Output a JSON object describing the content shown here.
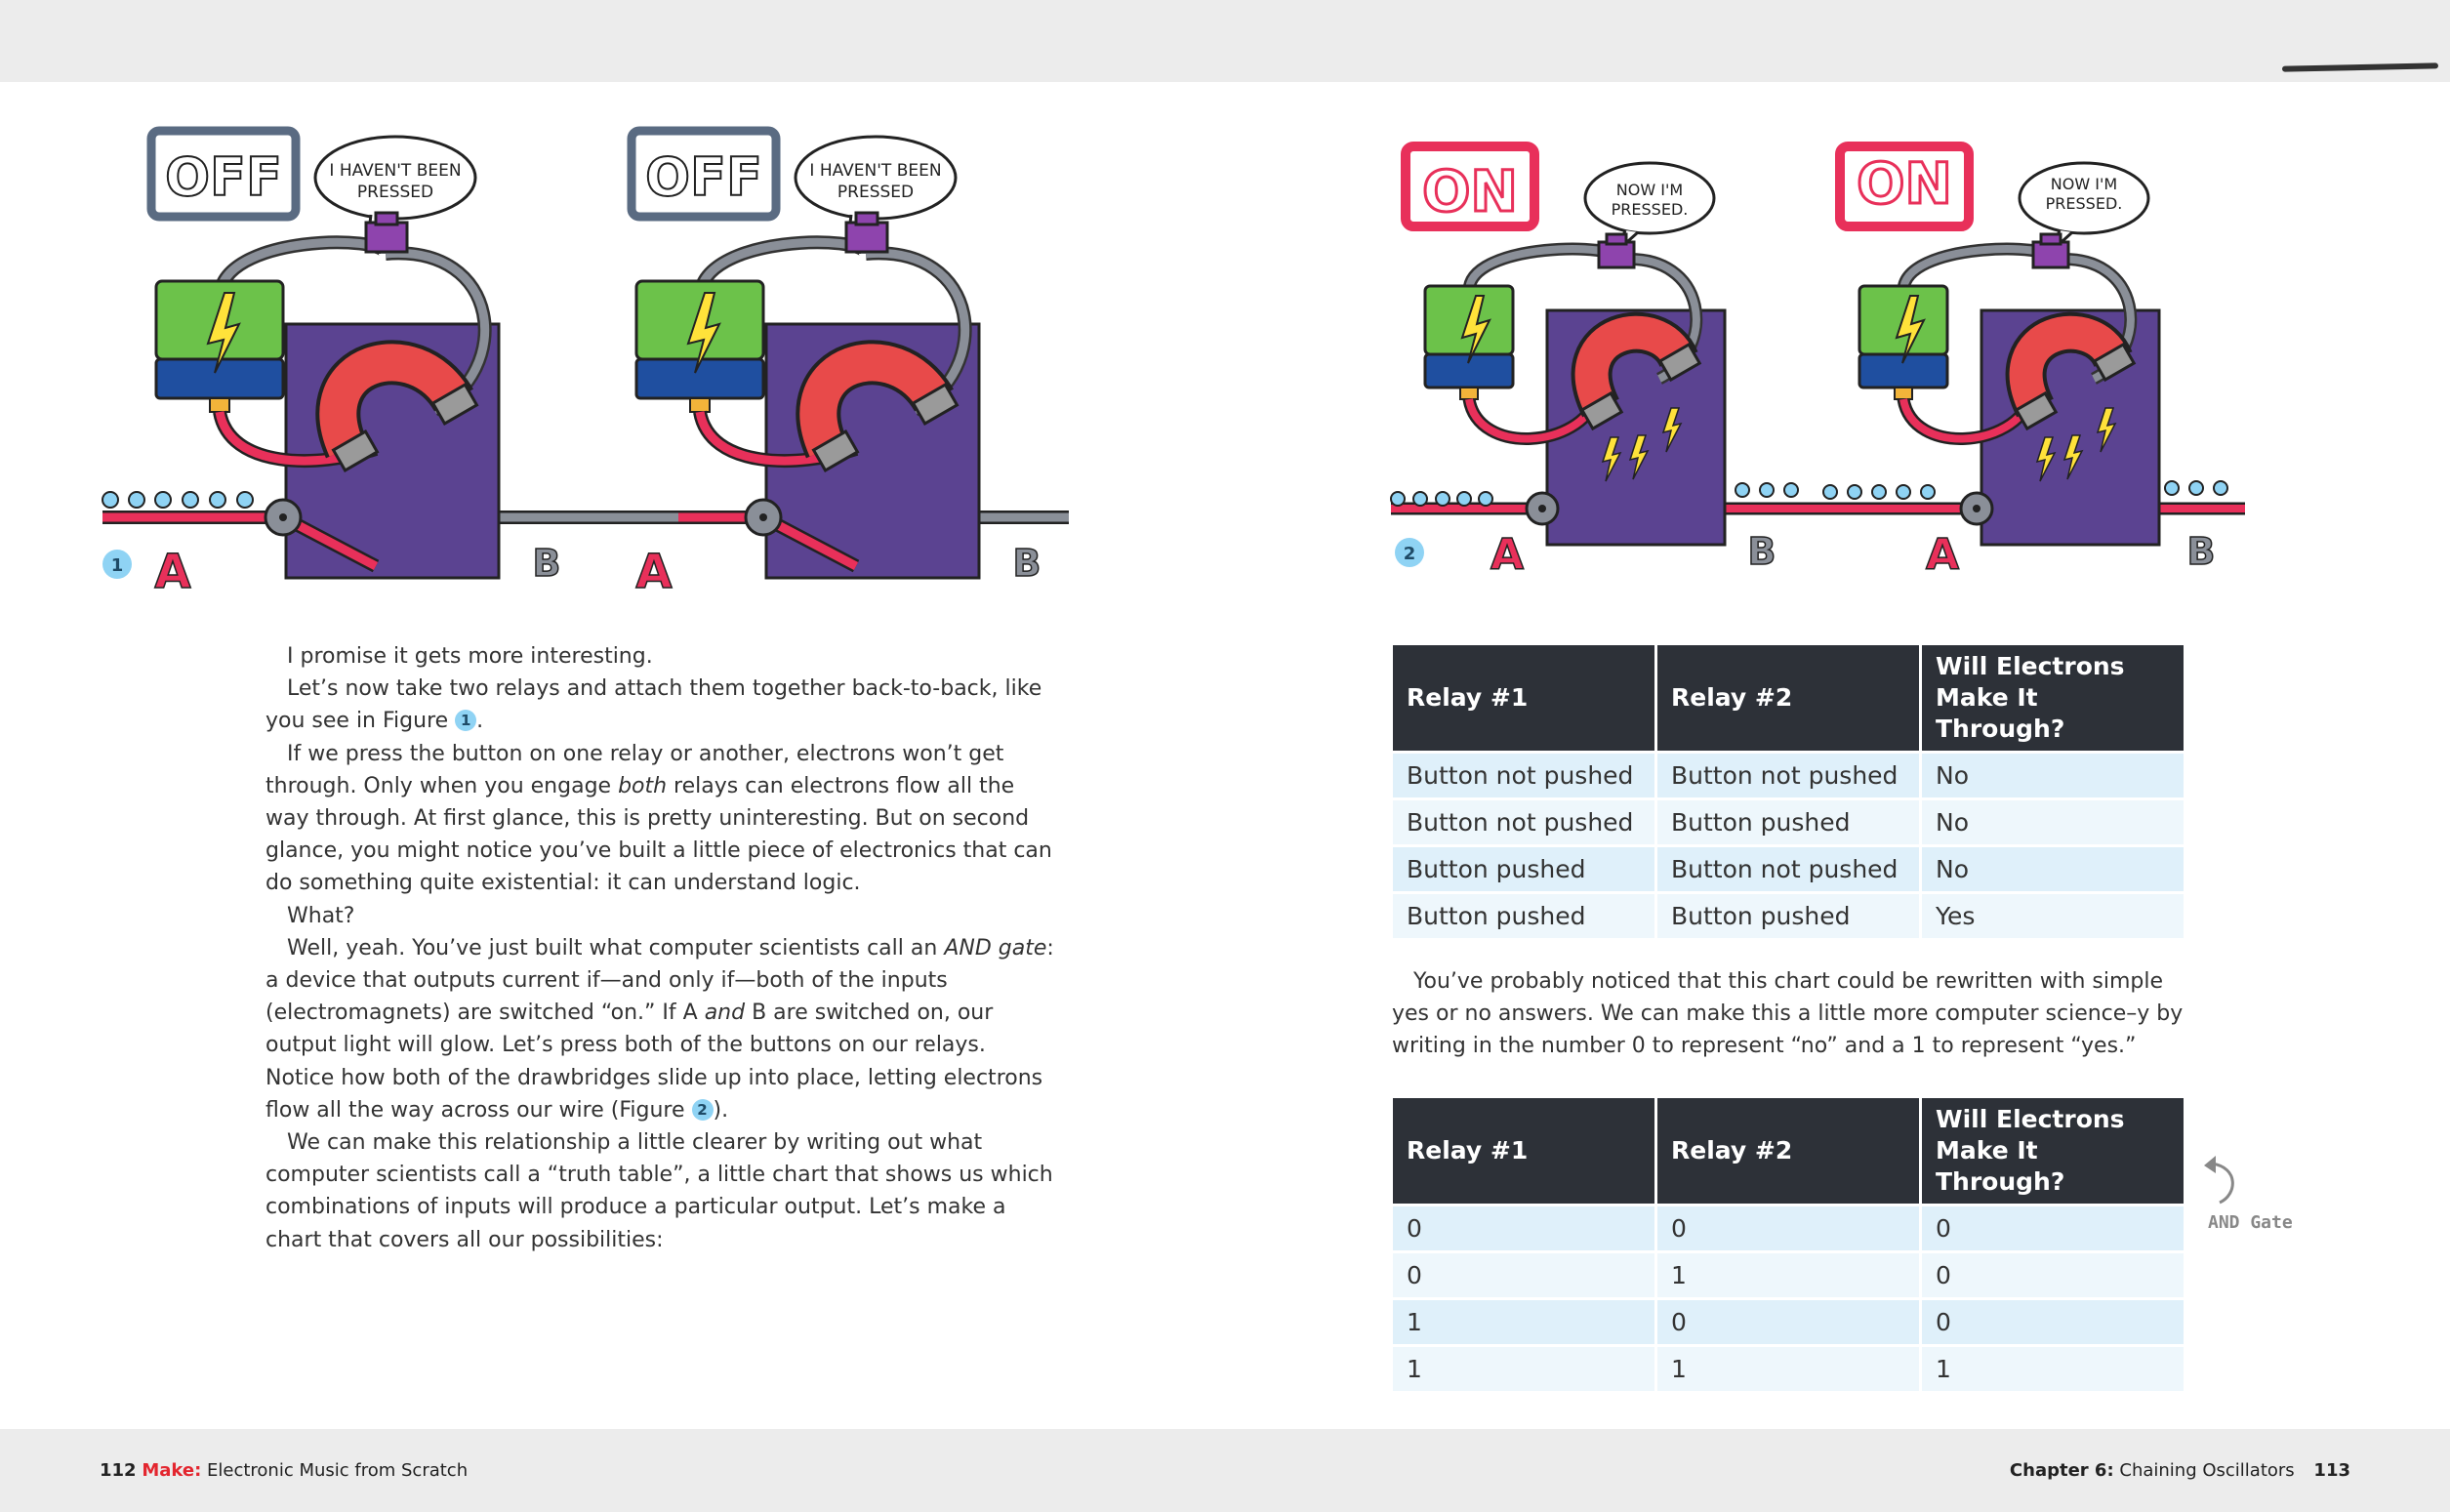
{
  "figures": {
    "figure1": {
      "number": "1",
      "sign": "OFF",
      "bubble_line1": "I HAVEN'T BEEN",
      "bubble_line2": "PRESSED",
      "label_a": "A",
      "label_b": "B"
    },
    "figure2": {
      "number": "2",
      "sign": "ON",
      "bubble_line1": "NOW I'M",
      "bubble_line2": "PRESSED.",
      "label_a": "A",
      "label_b": "B"
    }
  },
  "left_text": {
    "p1": "I promise it gets more interesting.",
    "p2_a": "Let’s now take two relays and attach them together back-to-back, like you see in Figure ",
    "p2_ref": "1",
    "p2_b": ".",
    "p3_a": "If we press the button on one relay or another, electrons won’t get through. Only when you engage ",
    "p3_em": "both",
    "p3_b": " relays can electrons flow all the way through. At first glance, this is pretty uninteresting. But on second glance, you might notice you’ve built a little piece of electronics that can do something quite existential: it can understand logic.",
    "p4": "What?",
    "p5_a": "Well, yeah. You’ve just built what computer scientists call an ",
    "p5_em": "AND gate",
    "p5_b": ": a device that outputs current if—and only if—both of the inputs (electromagnets) are switched “on.” If A ",
    "p5_em2": "and",
    "p5_c": " B are switched on, our output light will glow. Let’s press both of the buttons on our relays. Notice how both of the drawbridges slide up into place, letting electrons flow all the way across our wire (Figure ",
    "p5_ref": "2",
    "p5_d": ").",
    "p6": "We can make this relationship a little clearer by writing out what computer scientists call a “truth table”, a little chart that shows us which combinations of inputs will produce a particular output. Let’s make a chart that covers all our possibilities:"
  },
  "table1": {
    "headers": [
      "Relay #1",
      "Relay #2",
      "Will Electrons Make It Through?"
    ],
    "rows": [
      [
        "Button not pushed",
        "Button not pushed",
        "No"
      ],
      [
        "Button not pushed",
        "Button pushed",
        "No"
      ],
      [
        "Button pushed",
        "Button not pushed",
        "No"
      ],
      [
        "Button pushed",
        "Button pushed",
        "Yes"
      ]
    ]
  },
  "right_text": {
    "p1": "You’ve probably noticed that this chart could be rewritten with simple yes or no answers. We can make this a little more computer science–y by writing in the number 0 to represent “no” and a 1 to represent “yes.”"
  },
  "table2": {
    "headers": [
      "Relay #1",
      "Relay #2",
      "Will Electrons Make It Through?"
    ],
    "rows": [
      [
        "0",
        "0",
        "0"
      ],
      [
        "0",
        "1",
        "0"
      ],
      [
        "1",
        "0",
        "0"
      ],
      [
        "1",
        "1",
        "1"
      ]
    ]
  },
  "side_note": "AND Gate",
  "footer": {
    "left_page_number": "112",
    "left_brand": "Make:",
    "left_title": "Electronic Music from Scratch",
    "right_chapter": "Chapter 6:",
    "right_title": "Chaining Oscillators",
    "right_page_number": "113"
  },
  "colors": {
    "battery_green": "#6cc24a",
    "battery_blue": "#1f4fa0",
    "relay_purple": "#5b4391",
    "magnet_red": "#e84a4a",
    "button_purple": "#8e44ad",
    "wire_red": "#e8305a",
    "sign_off": "#5a6b82",
    "sign_on": "#e8305a",
    "table_header": "#2d3138",
    "table_row": "#dff0fa"
  }
}
